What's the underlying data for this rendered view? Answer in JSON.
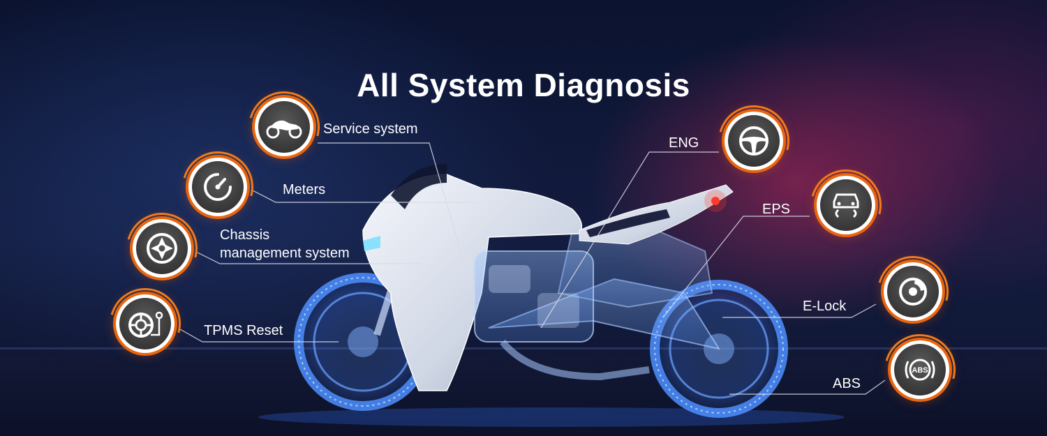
{
  "title": "All System Diagnosis",
  "systems": [
    {
      "id": "service",
      "label": "Service system",
      "icon": "motorcycle-icon"
    },
    {
      "id": "meters",
      "label": "Meters",
      "icon": "gauge-icon"
    },
    {
      "id": "chassis",
      "label_line1": "Chassis",
      "label_line2": "management system",
      "icon": "wheel-rim-icon"
    },
    {
      "id": "tpms",
      "label": "TPMS Reset",
      "icon": "tire-pressure-icon"
    },
    {
      "id": "eng",
      "label": "ENG",
      "icon": "steering-wheel-icon"
    },
    {
      "id": "eps",
      "label": "EPS",
      "icon": "car-skid-icon"
    },
    {
      "id": "elock",
      "label": "E-Lock",
      "icon": "brake-disc-icon"
    },
    {
      "id": "abs",
      "label": "ABS",
      "icon": "abs-icon",
      "icon_text": "ABS"
    }
  ],
  "colors": {
    "accent": "#e8650f",
    "background": "#0d1430",
    "text": "#ffffff",
    "wheel_glow": "#4a8cff"
  }
}
